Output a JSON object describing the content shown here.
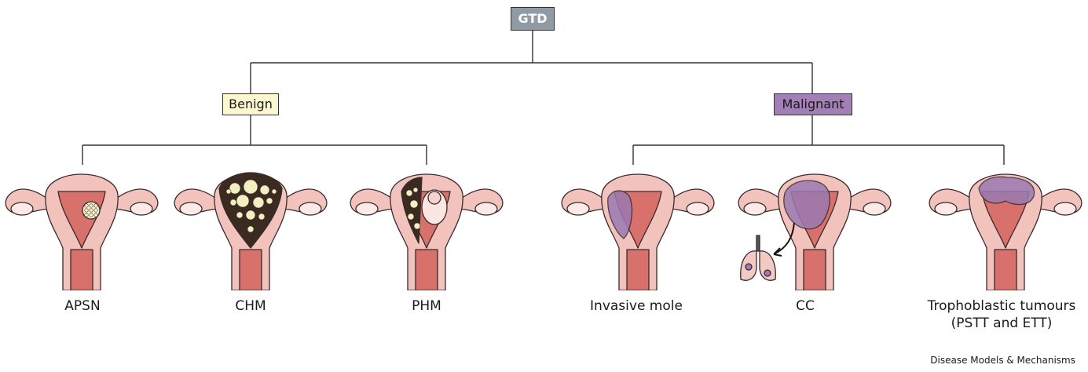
{
  "root": "GTD",
  "groups": {
    "benign": "Benign",
    "malignant": "Malignant"
  },
  "items": [
    {
      "label": "APSN",
      "group": "benign"
    },
    {
      "label": "CHM",
      "group": "benign"
    },
    {
      "label": "PHM",
      "group": "benign"
    },
    {
      "label": "Invasive mole",
      "group": "malignant"
    },
    {
      "label": "CC",
      "group": "malignant"
    },
    {
      "label": "Trophoblastic tumours",
      "label2": "(PSTT and ETT)",
      "group": "malignant"
    }
  ],
  "credit": "Disease Models & Mechanisms",
  "colors": {
    "root": "#8f9aa5",
    "benign": "#fdf7cf",
    "malignant": "#a27fb5",
    "uterus": "#f2c3bd",
    "cavity": "#d8706c",
    "mole": "#f8f0c4",
    "tumour": "#9a7ab2"
  }
}
